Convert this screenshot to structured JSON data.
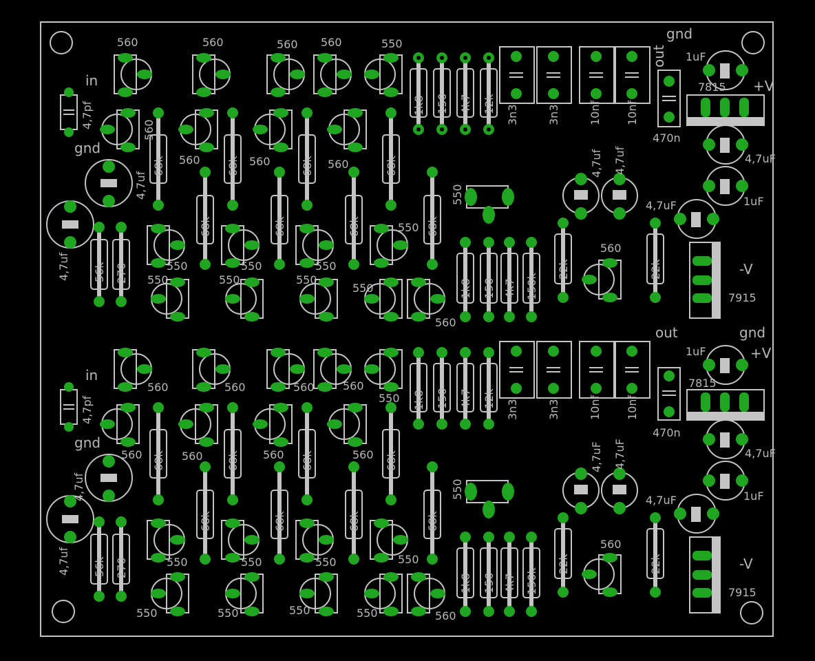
{
  "colors": {
    "background": "#000000",
    "board_outline": "#c4c4c4",
    "pad": "#1fa51f",
    "silkscreen": "#b8b8b8"
  },
  "board": {
    "labels": {
      "in_top": "in",
      "in_bottom": "in",
      "gnd_left_top": "gnd",
      "gnd_left_bottom": "gnd",
      "gnd_right_top": "gnd",
      "gnd_right_bottom": "gnd",
      "out_top": "out",
      "out_bottom": "out",
      "plus_v_top": "+V",
      "plus_v_bottom": "+V",
      "minus_v_top": "-V",
      "minus_v_bottom": "-V",
      "reg_pos_top": "7815",
      "reg_pos_bottom": "7815",
      "reg_neg_top": "7915",
      "reg_neg_bottom": "7915"
    },
    "values": {
      "v560": "560",
      "v550": "550",
      "v68k": "68k",
      "v1k8": "1k8",
      "v150": "150",
      "v4k7": "4k7",
      "v12k": "12k",
      "v150k": "150k",
      "v22k": "22k",
      "v56k": "56k",
      "v270": "270",
      "v3n3": "3n3",
      "v10nf": "10nf",
      "v470n": "470n",
      "v1uF": "1uF",
      "v47uF": "4,7uF",
      "v47uf": "4,7uf",
      "v47pf": "4,7pf"
    }
  }
}
